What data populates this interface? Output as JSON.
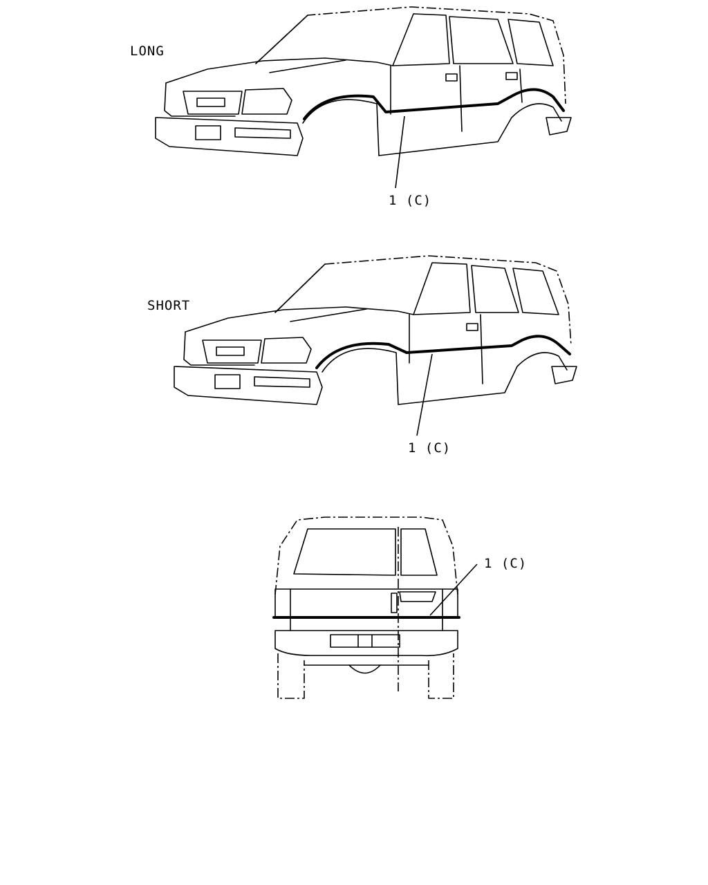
{
  "views": {
    "long": {
      "label": "LONG",
      "callout": "1 (C)"
    },
    "short": {
      "label": "SHORT",
      "callout": "1 (C)"
    },
    "rear": {
      "callout": "1 (C)"
    }
  },
  "colors": {
    "line": "#000000",
    "background": "#ffffff"
  }
}
